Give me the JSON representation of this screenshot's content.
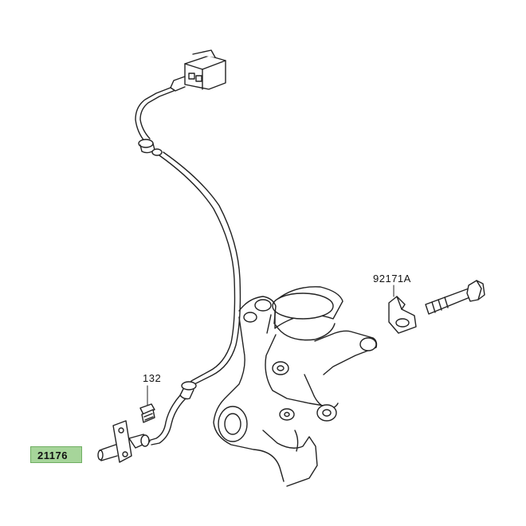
{
  "labels": {
    "clamp": "92171A",
    "bolt": "132",
    "sensor": "21176"
  },
  "colors": {
    "highlight": "#a6d59a",
    "line": "#222222",
    "background": "#ffffff"
  }
}
